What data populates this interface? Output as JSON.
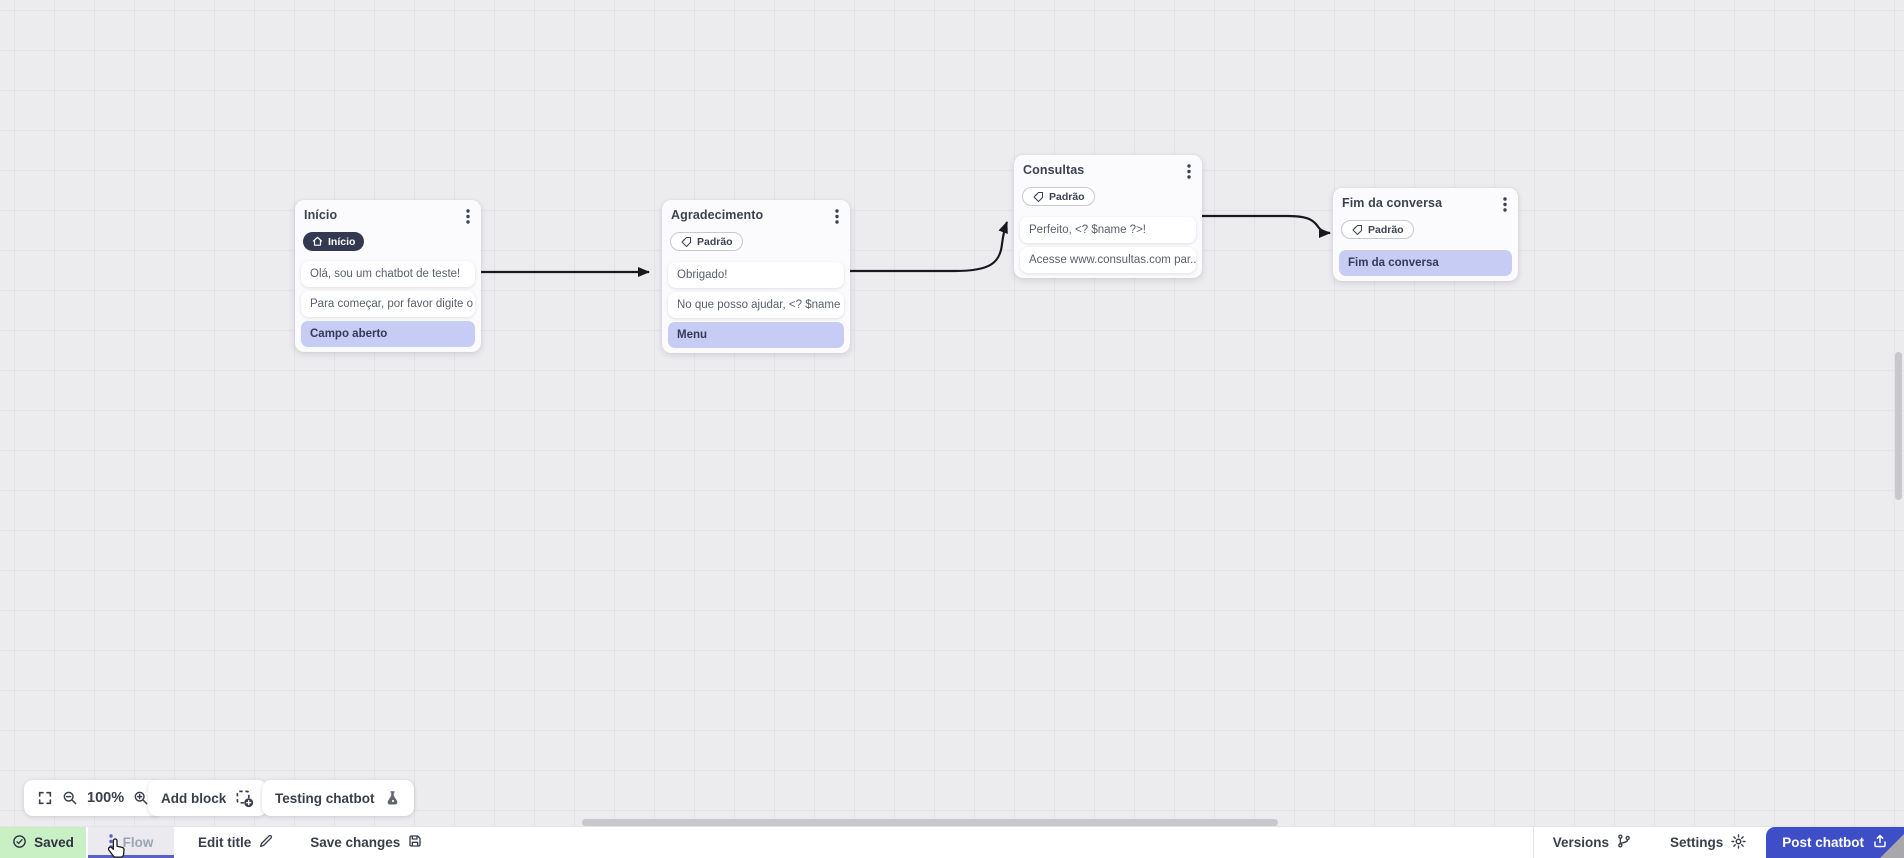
{
  "colors": {
    "accent_indigo": "#5A5FC9",
    "post_button_blue": "#3D4EC6",
    "saved_green_bg": "#C9EFC5",
    "output_lavender": "#C6CCF3",
    "canvas_bg": "#ECECEF",
    "arrow_black": "#17191F",
    "dark_badge_bg": "#333950"
  },
  "canvas": {
    "nodes": [
      {
        "title": "Início",
        "badge": "Início",
        "messages": [
          "Olá, sou um chatbot de teste!",
          "Para começar, por favor digite o ..."
        ],
        "output": "Campo aberto"
      },
      {
        "title": "Agradecimento",
        "badge": "Padrão",
        "messages": [
          "Obrigado!",
          "No que posso ajudar, <? $name ..."
        ],
        "output": "Menu"
      },
      {
        "title": "Consultas",
        "badge": "Padrão",
        "messages": [
          "Perfeito, <? $name ?>!",
          "Acesse www.consultas.com par..."
        ]
      },
      {
        "title": "Fim da conversa",
        "badge": "Padrão",
        "output": "Fim da conversa"
      }
    ]
  },
  "toolbar": {
    "zoom_level": "100%",
    "add_block": "Add block",
    "testing_chatbot": "Testing chatbot"
  },
  "bottom_bar": {
    "saved": "Saved",
    "flow_tab": "Flow",
    "edit_title": "Edit title",
    "save_changes": "Save changes",
    "versions": "Versions",
    "settings": "Settings",
    "post_chatbot": "Post chatbot"
  }
}
